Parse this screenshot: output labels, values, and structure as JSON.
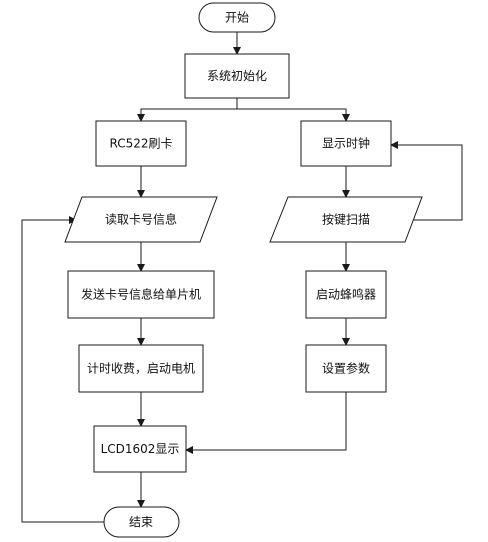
{
  "nodes": {
    "start": "开始",
    "init": "系统初始化",
    "rc522": "RC522刷卡",
    "read_card": "读取卡号信息",
    "send_card": "发送卡号信息给单片机",
    "billing": "计时收费，启动电机",
    "lcd": "LCD1602显示",
    "end": "结束",
    "show_clock": "显示时钟",
    "scan_keys": "按键扫描",
    "buzzer": "启动蜂鸣器",
    "set_params": "设置参数"
  },
  "colors": {
    "stroke": "#1a1a1a",
    "fill": "#ffffff",
    "text": "#111111"
  }
}
